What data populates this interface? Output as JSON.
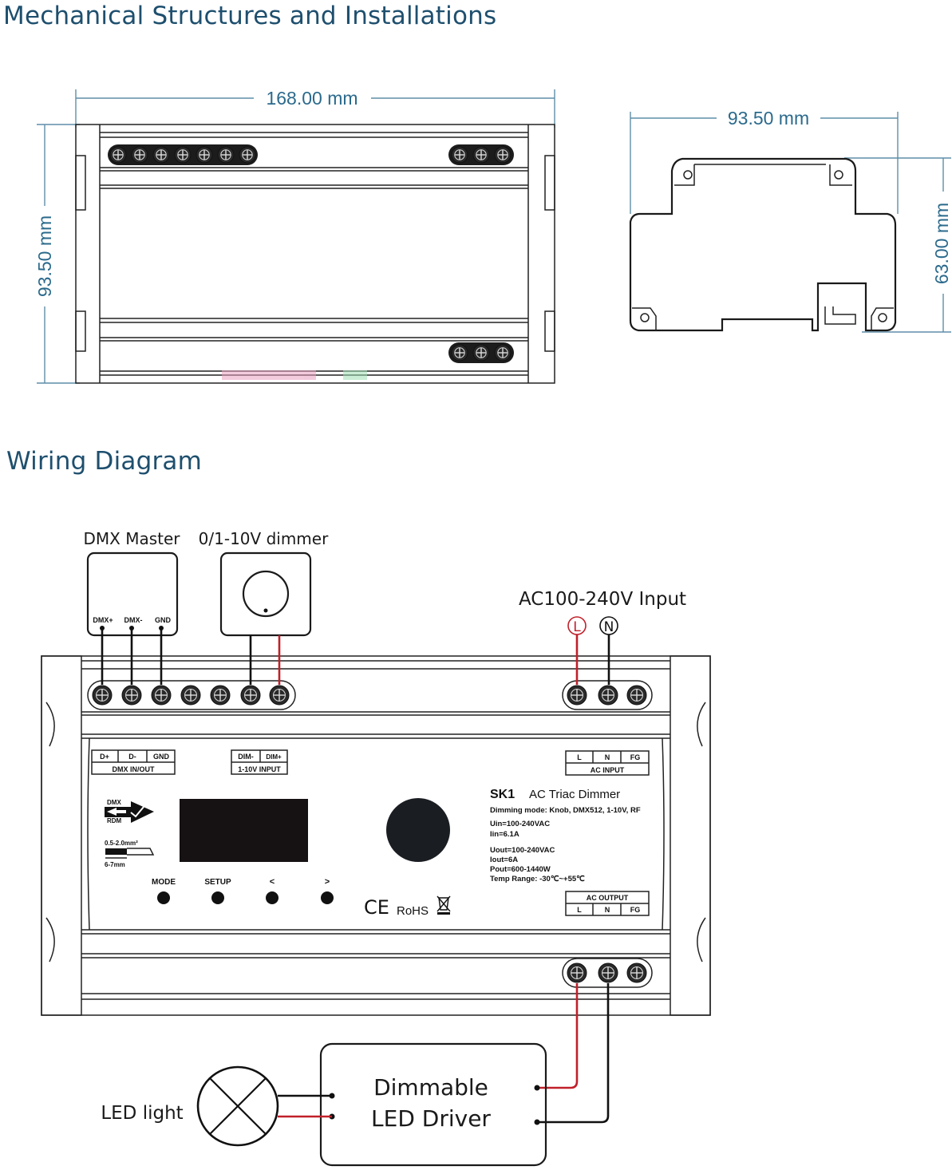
{
  "sections": {
    "mechanical_title": "Mechanical Structures and Installations",
    "wiring_title": "Wiring Diagram"
  },
  "dimensions": {
    "front_width": "168.00 mm",
    "front_height": "93.50 mm",
    "side_width": "93.50 mm",
    "side_height": "63.00 mm"
  },
  "front_view": {
    "top_terminals_left": 7,
    "top_terminals_right": 3,
    "bottom_terminals_right": 3
  },
  "wiring": {
    "dmx_master": {
      "label": "DMX Master",
      "pins": [
        "DMX+",
        "DMX-",
        "GND"
      ]
    },
    "dimmer": {
      "label": "0/1-10V dimmer"
    },
    "ac_input": {
      "label": "AC100-240V Input",
      "pins": [
        "L",
        "N"
      ]
    },
    "device": {
      "dmx_block": {
        "pins": [
          "D+",
          "D-",
          "GND"
        ],
        "caption": "DMX IN/OUT"
      },
      "dim_block": {
        "pins": [
          "DIM-",
          "DIM+"
        ],
        "caption": "1-10V INPUT"
      },
      "ac_input_block": {
        "pins": [
          "L",
          "N",
          "FG"
        ],
        "caption": "AC INPUT"
      },
      "ac_output_block": {
        "pins": [
          "L",
          "N",
          "FG"
        ],
        "caption": "AC OUTPUT"
      },
      "dmx_arrow": {
        "top": "DMX",
        "bottom": "RDM"
      },
      "wire_spec": {
        "gauge": "0.5-2.0mm²",
        "strip": "6-7mm"
      },
      "buttons": [
        "MODE",
        "SETUP",
        "<",
        ">"
      ],
      "model": "SK1",
      "product_name": "AC Triac Dimmer",
      "specs": [
        "Dimming mode: Knob, DMX512, 1-10V, RF",
        "Uin=100-240VAC",
        "Iin=6.1A",
        "Uout=100-240VAC",
        "Iout=6A",
        "Pout=600-1440W",
        "Temp Range: -30℃~+55℃"
      ],
      "certifications": {
        "ce": "CE",
        "rohs": "RoHS"
      }
    },
    "led_driver": {
      "line1": "Dimmable",
      "line2": "LED Driver"
    },
    "led_light": {
      "label": "LED light"
    }
  },
  "colors": {
    "heading": "#1e4f6e",
    "dimension": "#2b6a8c",
    "live_wire": "#c0202a",
    "neutral_wire": "#111111"
  }
}
